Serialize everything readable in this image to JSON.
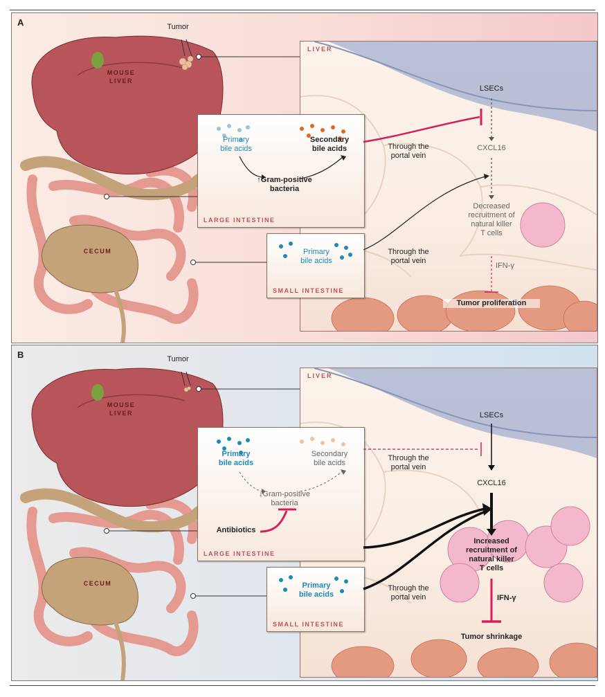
{
  "panels": [
    {
      "letter": "A",
      "tumor": "Tumor",
      "mouse_liver": "MOUSE\nLIVER",
      "cecum": "CECUM",
      "liver_title": "LIVER",
      "large_intestine": "LARGE INTESTINE",
      "small_intestine": "SMALL INTESTINE",
      "primary_bile_acids_li": "Primary\nbile acids",
      "secondary_bile_acids": "Secondary\nbile acids",
      "gram_positive": "↑Gram-positive\nbacteria",
      "primary_bile_acids_si": "Primary\nbile acids",
      "portal_vein_1": "Through the\nportal vein",
      "portal_vein_2": "Through the\nportal vein",
      "lsecs": "LSECs",
      "cxcl16": "CXCL16",
      "recruitment": "Decreased\nrecruitment of\nnatural killer\nT cells",
      "ifn": "IFN-γ",
      "outcome": "Tumor proliferation"
    },
    {
      "letter": "B",
      "tumor": "Tumor",
      "mouse_liver": "MOUSE\nLIVER",
      "cecum": "CECUM",
      "liver_title": "LIVER",
      "large_intestine": "LARGE INTESTINE",
      "small_intestine": "SMALL INTESTINE",
      "primary_bile_acids_li": "Primary\nbile acids",
      "secondary_bile_acids": "Secondary\nbile acids",
      "gram_positive": "↓Gram-positive\nbacteria",
      "antibiotics": "Antibiotics",
      "primary_bile_acids_si": "Primary\nbile acids",
      "portal_vein_1": "Through the\nportal vein",
      "portal_vein_2": "Through the\nportal vein",
      "lsecs": "LSECs",
      "cxcl16": "CXCL16",
      "recruitment": "Increased\nrecruitment of\nnatural killer\nT cells",
      "ifn": "IFN-γ",
      "outcome": "Tumor shrinkage"
    }
  ],
  "colors": {
    "panel_a_bg": "#f7d6d6",
    "panel_b_bg": "#d4e6f0",
    "inhibit": "#d61f5a",
    "liver_organ": "#b8555a",
    "intestine": "#e49a90",
    "cecum": "#c4a27a",
    "vessel": "#9aa6c4",
    "bile_blue": "#1a8ab8",
    "bile_orange": "#e0661f",
    "nk_cell": "#f4b8cc",
    "tumor_cell": "#e49a80"
  }
}
